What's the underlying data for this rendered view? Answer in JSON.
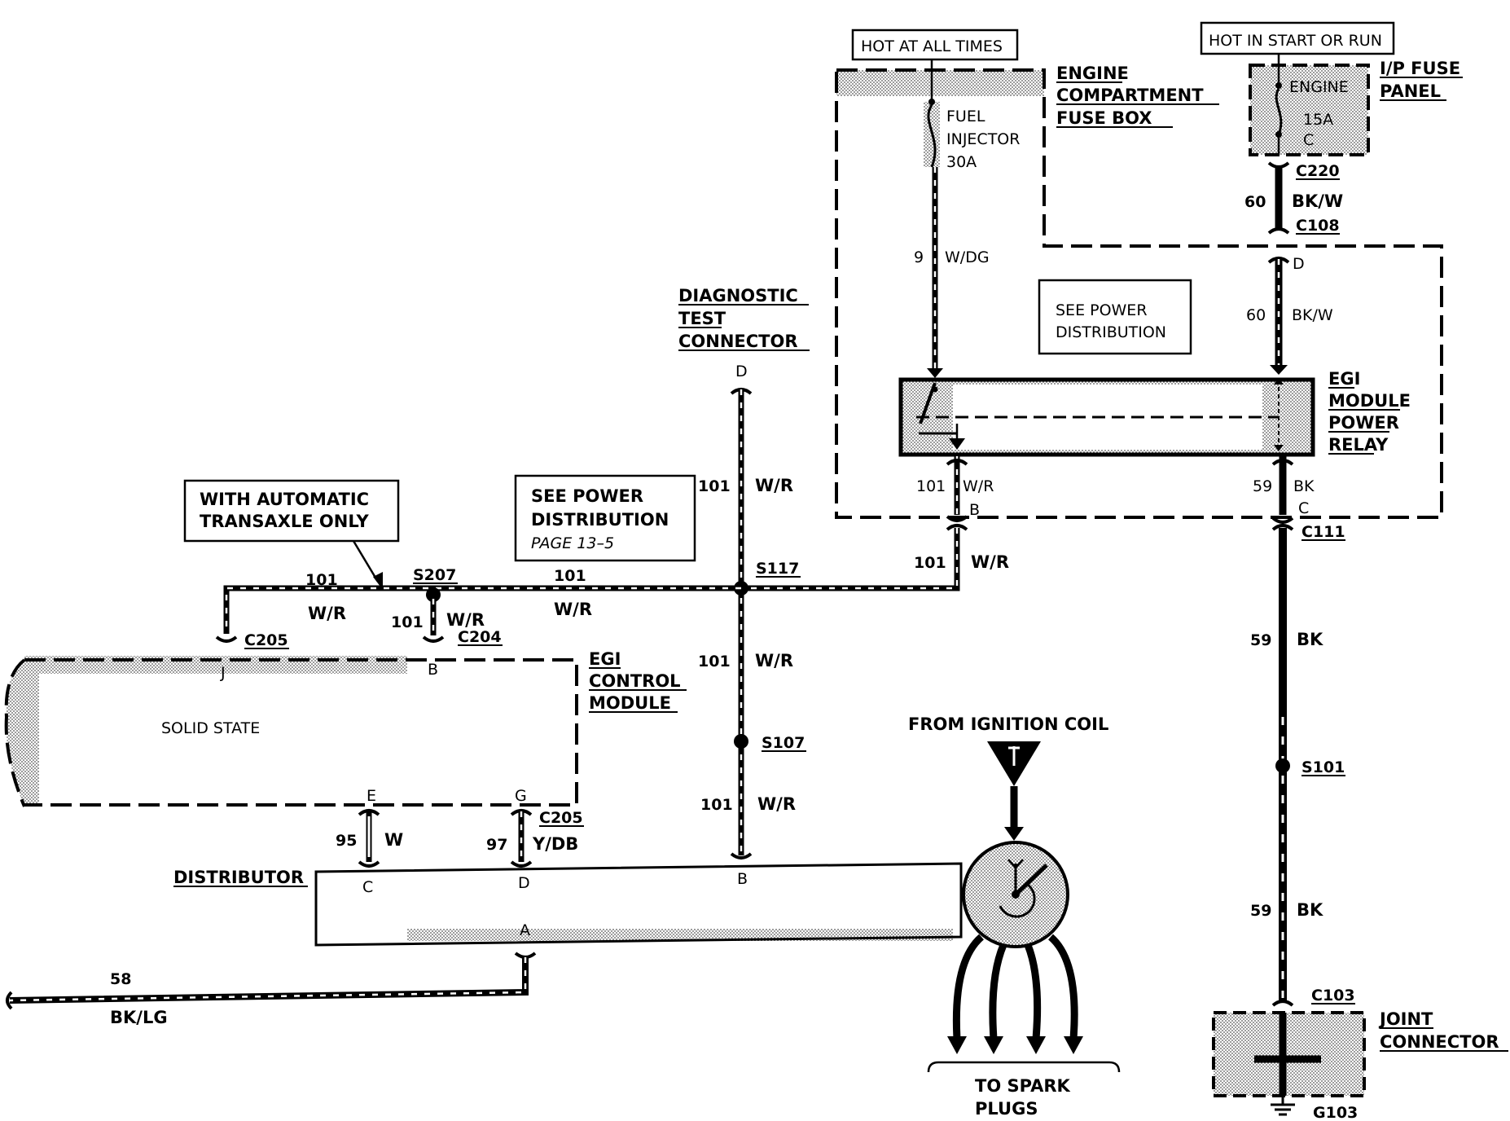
{
  "labels": {
    "hot_at_all_times": "HOT AT ALL TIMES",
    "hot_in_start_or_run": "HOT IN START OR RUN",
    "engine_compartment_fuse_box": [
      "ENGINE",
      "COMPARTMENT",
      "FUSE BOX"
    ],
    "ip_fuse_panel": [
      "I/P FUSE",
      "PANEL"
    ],
    "fuel_injector_fuse": [
      "FUEL",
      "INJECTOR",
      "30A"
    ],
    "engine_fuse": [
      "ENGINE",
      "15A",
      "C"
    ],
    "see_power_distribution_1": [
      "SEE POWER",
      "DISTRIBUTION"
    ],
    "see_power_distribution_2": [
      "SEE POWER",
      "DISTRIBUTION",
      "PAGE 13–5"
    ],
    "egi_module_power_relay": [
      "EGI",
      "MODULE",
      "POWER",
      "RELAY"
    ],
    "diagnostic_test_connector": [
      "DIAGNOSTIC",
      "TEST",
      "CONNECTOR"
    ],
    "with_automatic_transaxle": [
      "WITH AUTOMATIC",
      "TRANSAXLE ONLY"
    ],
    "egi_control_module": [
      "EGI",
      "CONTROL",
      "MODULE"
    ],
    "solid_state": "SOLID STATE",
    "distributor": "DISTRIBUTOR",
    "from_ignition_coil": "FROM IGNITION COIL",
    "to_spark_plugs": [
      "TO SPARK",
      "PLUGS"
    ],
    "joint_connector": [
      "JOINT",
      "CONNECTOR"
    ]
  },
  "connectors": {
    "c220": "C220",
    "c108": "C108",
    "c111": "C111",
    "c205_top": "C205",
    "c204": "C204",
    "c205_bot": "C205",
    "c103": "C103",
    "g103": "G103",
    "s207": "S207",
    "s117": "S117",
    "s107": "S107",
    "s101": "S101"
  },
  "pins": {
    "D_relay": "D",
    "B_relay": "B",
    "C_relay": "C",
    "D_dtc": "D",
    "J": "J",
    "B_egi": "B",
    "E": "E",
    "G": "G",
    "C_dist": "C",
    "D_dist": "D",
    "B_dist": "B",
    "A_dist": "A"
  },
  "wires": {
    "w9": {
      "num": "9",
      "color": "W/DG"
    },
    "w60a": {
      "num": "60",
      "color": "BK/W"
    },
    "w60b": {
      "num": "60",
      "color": "BK/W"
    },
    "w101_relay": {
      "num": "101",
      "color": "W/R"
    },
    "w59_relay": {
      "num": "59",
      "color": "BK"
    },
    "w101_c111": {
      "num": "101",
      "color": "W/R"
    },
    "w101_dtc": {
      "num": "101",
      "color": "W/R"
    },
    "w101_mid": {
      "num": "101",
      "color": "W/R"
    },
    "w101_low": {
      "num": "101",
      "color": "W/R"
    },
    "w101_left_num": "101",
    "w101_left_color": "W/R",
    "w101_center_num": "101",
    "w101_center_color": "W/R",
    "w101_s207": {
      "num": "101",
      "color": "W/R"
    },
    "w59_mid": {
      "num": "59",
      "color": "BK"
    },
    "w59_low": {
      "num": "59",
      "color": "BK"
    },
    "w95": {
      "num": "95",
      "color": "W"
    },
    "w97": {
      "num": "97",
      "color": "Y/DB"
    },
    "w58": {
      "num": "58",
      "color": "BK/LG"
    }
  }
}
